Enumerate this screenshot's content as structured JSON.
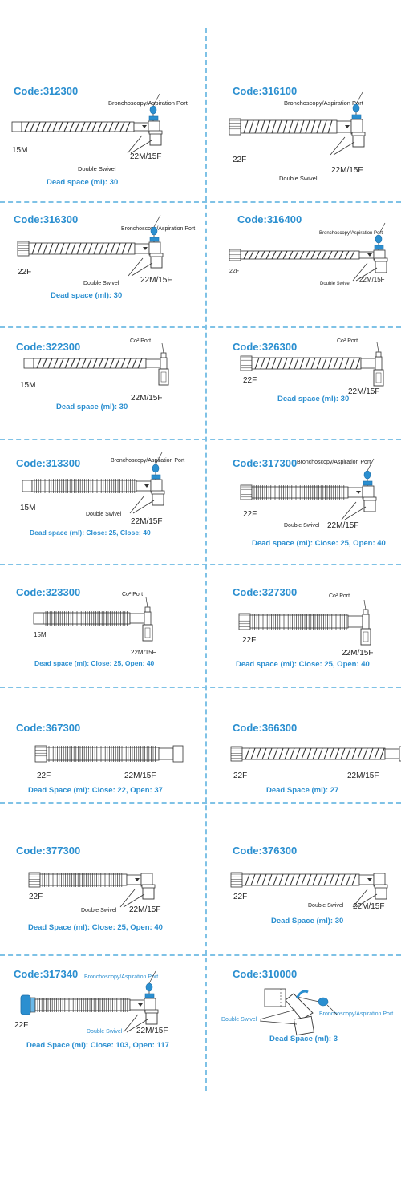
{
  "products": [
    {
      "code": "Code:312300",
      "dead": "Dead space (ml): 30",
      "port": "Bronchoscopy/Aspiration Port",
      "left_end": "15M",
      "right_end": "22M/15F",
      "swivel": "Double Swivel"
    },
    {
      "code": "Code:316100",
      "port": "Bronchoscopy/Aspiration Port",
      "left_end": "22F",
      "right_end": "22M/15F",
      "swivel": "Double Swivel"
    },
    {
      "code": "Code:316300",
      "dead": "Dead space (ml): 30",
      "port": "Bronchoscopy/Aspiration Port",
      "left_end": "22F",
      "right_end": "22M/15F",
      "swivel": "Double Swivel"
    },
    {
      "code": "Code:316400",
      "port": "Bronchoscopy/Aspiration Port",
      "left_end": "22F",
      "right_end": "22M/15F",
      "swivel": "Double Swivel"
    },
    {
      "code": "Code:322300",
      "dead": "Dead space (ml): 30",
      "port": "Co² Port",
      "left_end": "15M",
      "right_end": "22M/15F"
    },
    {
      "code": "Code:326300",
      "dead": "Dead space (ml): 30",
      "port": "Co² Port",
      "left_end": "22F",
      "right_end": "22M/15F"
    },
    {
      "code": "Code:313300",
      "dead": "Dead space (ml): Close: 25, Close: 40",
      "port": "Bronchoscopy/Aspiration Port",
      "left_end": "15M",
      "right_end": "22M/15F",
      "swivel": "Double Swivel"
    },
    {
      "code": "Code:317300",
      "dead": "Dead space (ml): Close: 25, Open: 40",
      "port": "Bronchoscopy/Aspiration Port",
      "left_end": "22F",
      "right_end": "22M/15F",
      "swivel": "Double Swivel"
    },
    {
      "code": "Code:323300",
      "dead": "Dead space (ml): Close: 25, Open: 40",
      "port": "Co² Port",
      "left_end": "15M",
      "right_end": "22M/15F"
    },
    {
      "code": "Code:327300",
      "dead": "Dead space (ml): Close: 25, Open: 40",
      "port": "Co² Port",
      "left_end": "22F",
      "right_end": "22M/15F"
    },
    {
      "code": "Code:367300",
      "dead": "Dead Space (ml): Close: 22, Open: 37",
      "left_end": "22F",
      "right_end": "22M/15F"
    },
    {
      "code": "Code:366300",
      "dead": "Dead Space (ml): 27",
      "left_end": "22F",
      "right_end": "22M/15F"
    },
    {
      "code": "Code:377300",
      "dead": "Dead Space (ml): Close: 25, Open: 40",
      "left_end": "22F",
      "right_end": "22M/15F",
      "swivel": "Double Swivel"
    },
    {
      "code": "Code:376300",
      "dead": "Dead Space (ml): 30",
      "left_end": "22F",
      "right_end": "22M/15F",
      "swivel": "Double Swivel"
    },
    {
      "code": "Code:317340",
      "dead": "Dead Space (ml): Close: 103, Open: 117",
      "port": "Bronchoscopy/Aspiration Port",
      "left_end": "22F",
      "right_end": "22M/15F",
      "swivel": "Double Swivel"
    },
    {
      "code": "Code:310000",
      "dead": "Dead Space (ml): 3",
      "port": "Bronchoscopy/Aspiration Port",
      "swivel": "Double Swivel"
    }
  ],
  "colors": {
    "accent": "#2b8fd0",
    "divider": "#7fc2e6",
    "drawing": "#333333"
  }
}
